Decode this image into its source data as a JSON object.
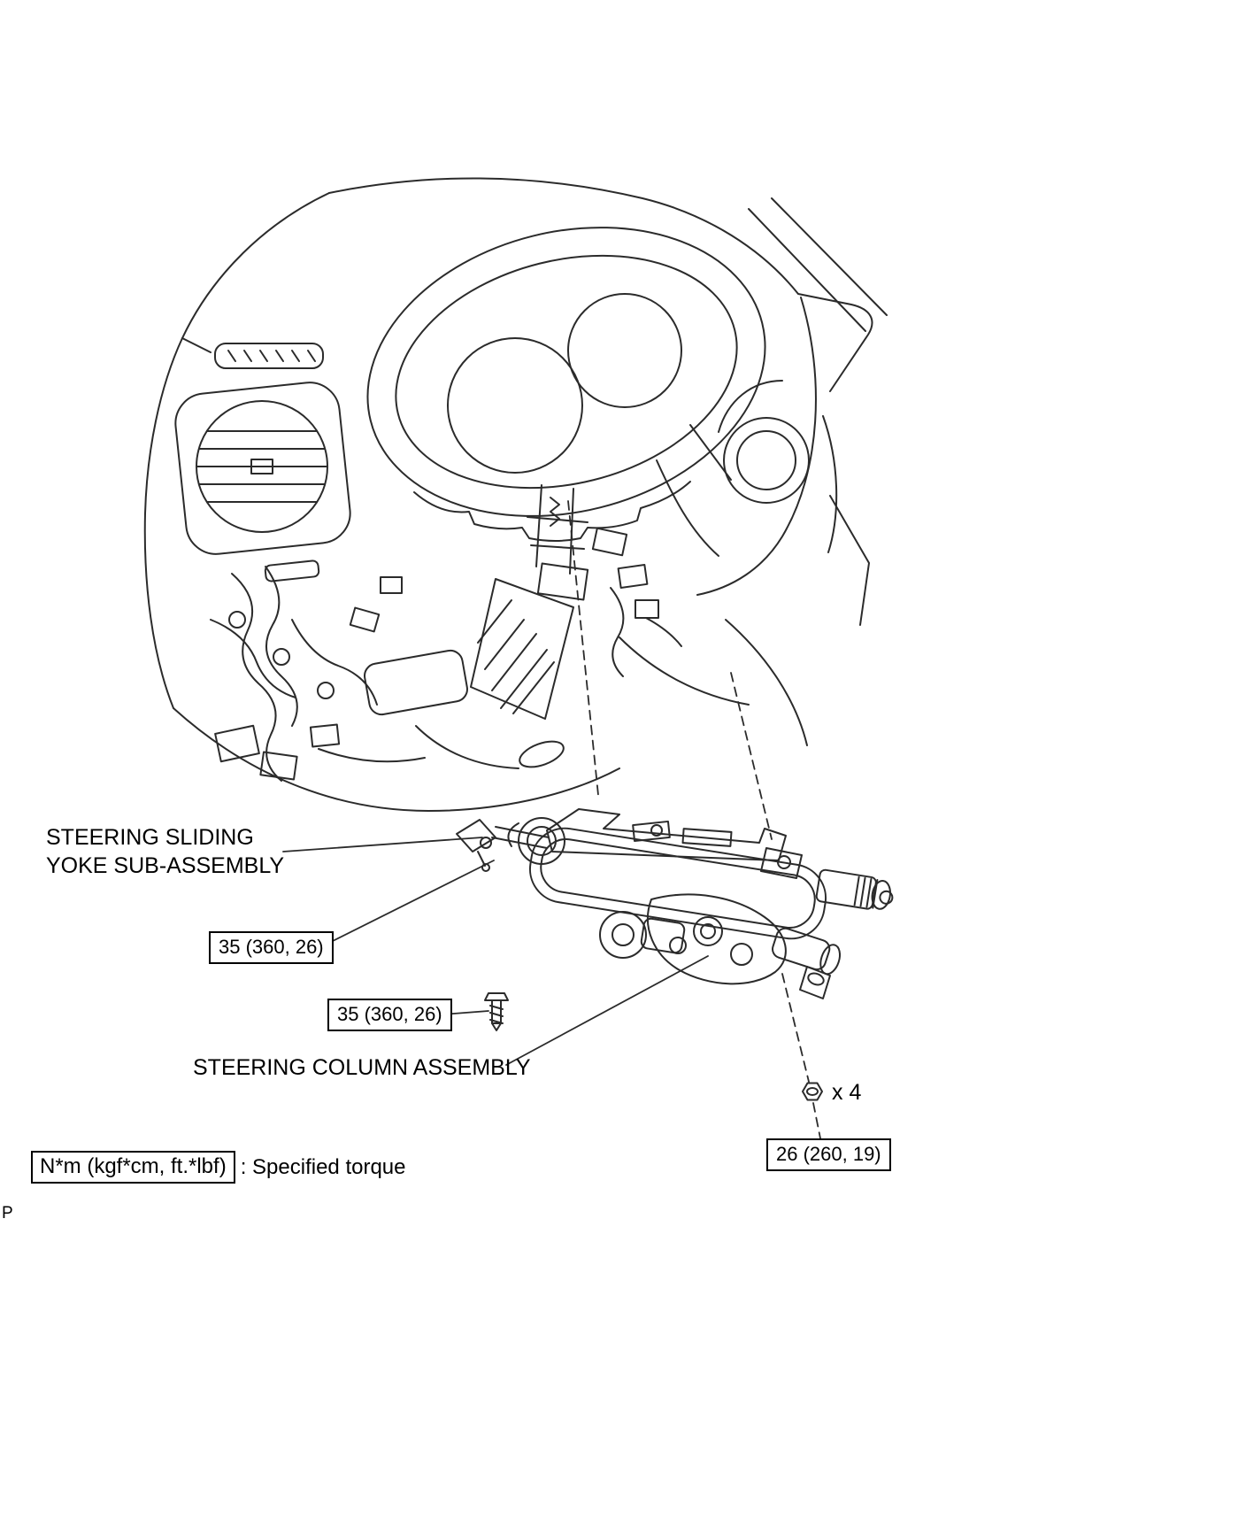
{
  "page": {
    "corner_mark": "P"
  },
  "diagram": {
    "labels": {
      "sliding_yoke_line1": "STEERING SLIDING",
      "sliding_yoke_line2": "YOKE SUB-ASSEMBLY",
      "column_assembly": "STEERING COLUMN ASSEMBLY",
      "nut_count": "x 4"
    },
    "torques": {
      "yoke_upper": "35 (360, 26)",
      "yoke_lower": "35 (360, 26)",
      "column_nut": "26 (260, 19)"
    },
    "legend": {
      "unit_box": "N*m (kgf*cm, ft.*lbf)",
      "description": ": Specified torque"
    },
    "colors": {
      "line": "#2b2b2b",
      "text": "#000000",
      "background": "#ffffff"
    }
  }
}
